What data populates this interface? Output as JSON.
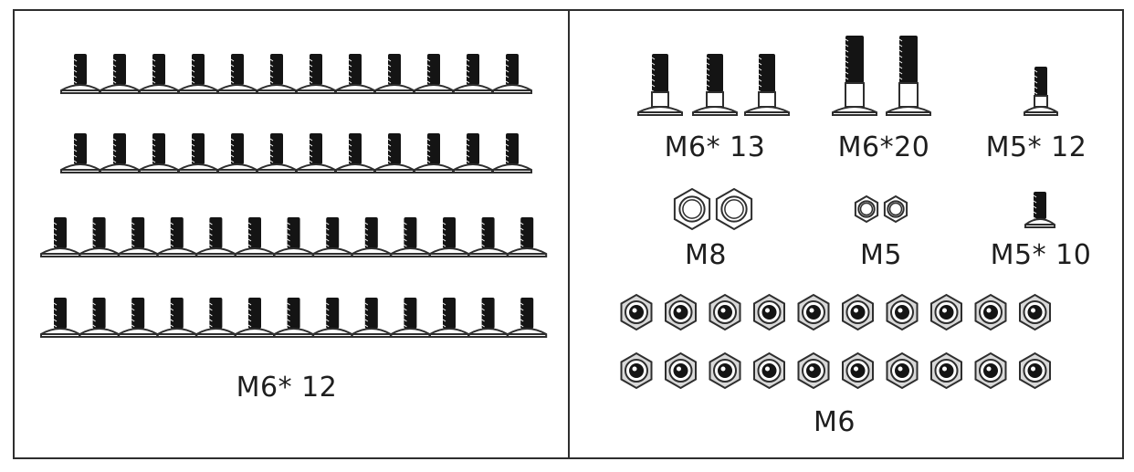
{
  "panels": {
    "left": {
      "label": "M6* 12",
      "rows": [
        {
          "count": 12,
          "screw": "m6x12-screw-icon"
        },
        {
          "count": 12,
          "screw": "m6x12-screw-icon"
        },
        {
          "count": 13,
          "screw": "m6x12-screw-icon"
        },
        {
          "count": 13,
          "screw": "m6x12-screw-icon"
        }
      ]
    },
    "right": {
      "groups": [
        {
          "label": "M6* 13",
          "count": 3,
          "icon": "m6x13-screw-icon"
        },
        {
          "label": "M6*20",
          "count": 2,
          "icon": "m6x20-screw-icon"
        },
        {
          "label": "M5* 12",
          "count": 1,
          "icon": "m5x12-screw-icon"
        },
        {
          "label": "M8",
          "count": 2,
          "icon": "m8-nut-icon"
        },
        {
          "label": "M5",
          "count": 2,
          "icon": "m5-nut-icon"
        },
        {
          "label": "M5* 10",
          "count": 1,
          "icon": "m5x10-screw-icon"
        },
        {
          "label": "M6",
          "count": 20,
          "icon": "m6-lock-nut-icon"
        }
      ]
    }
  },
  "colors": {
    "line": "#2e2e2e",
    "fill": "#141414",
    "metal": "#d9d9d9"
  }
}
